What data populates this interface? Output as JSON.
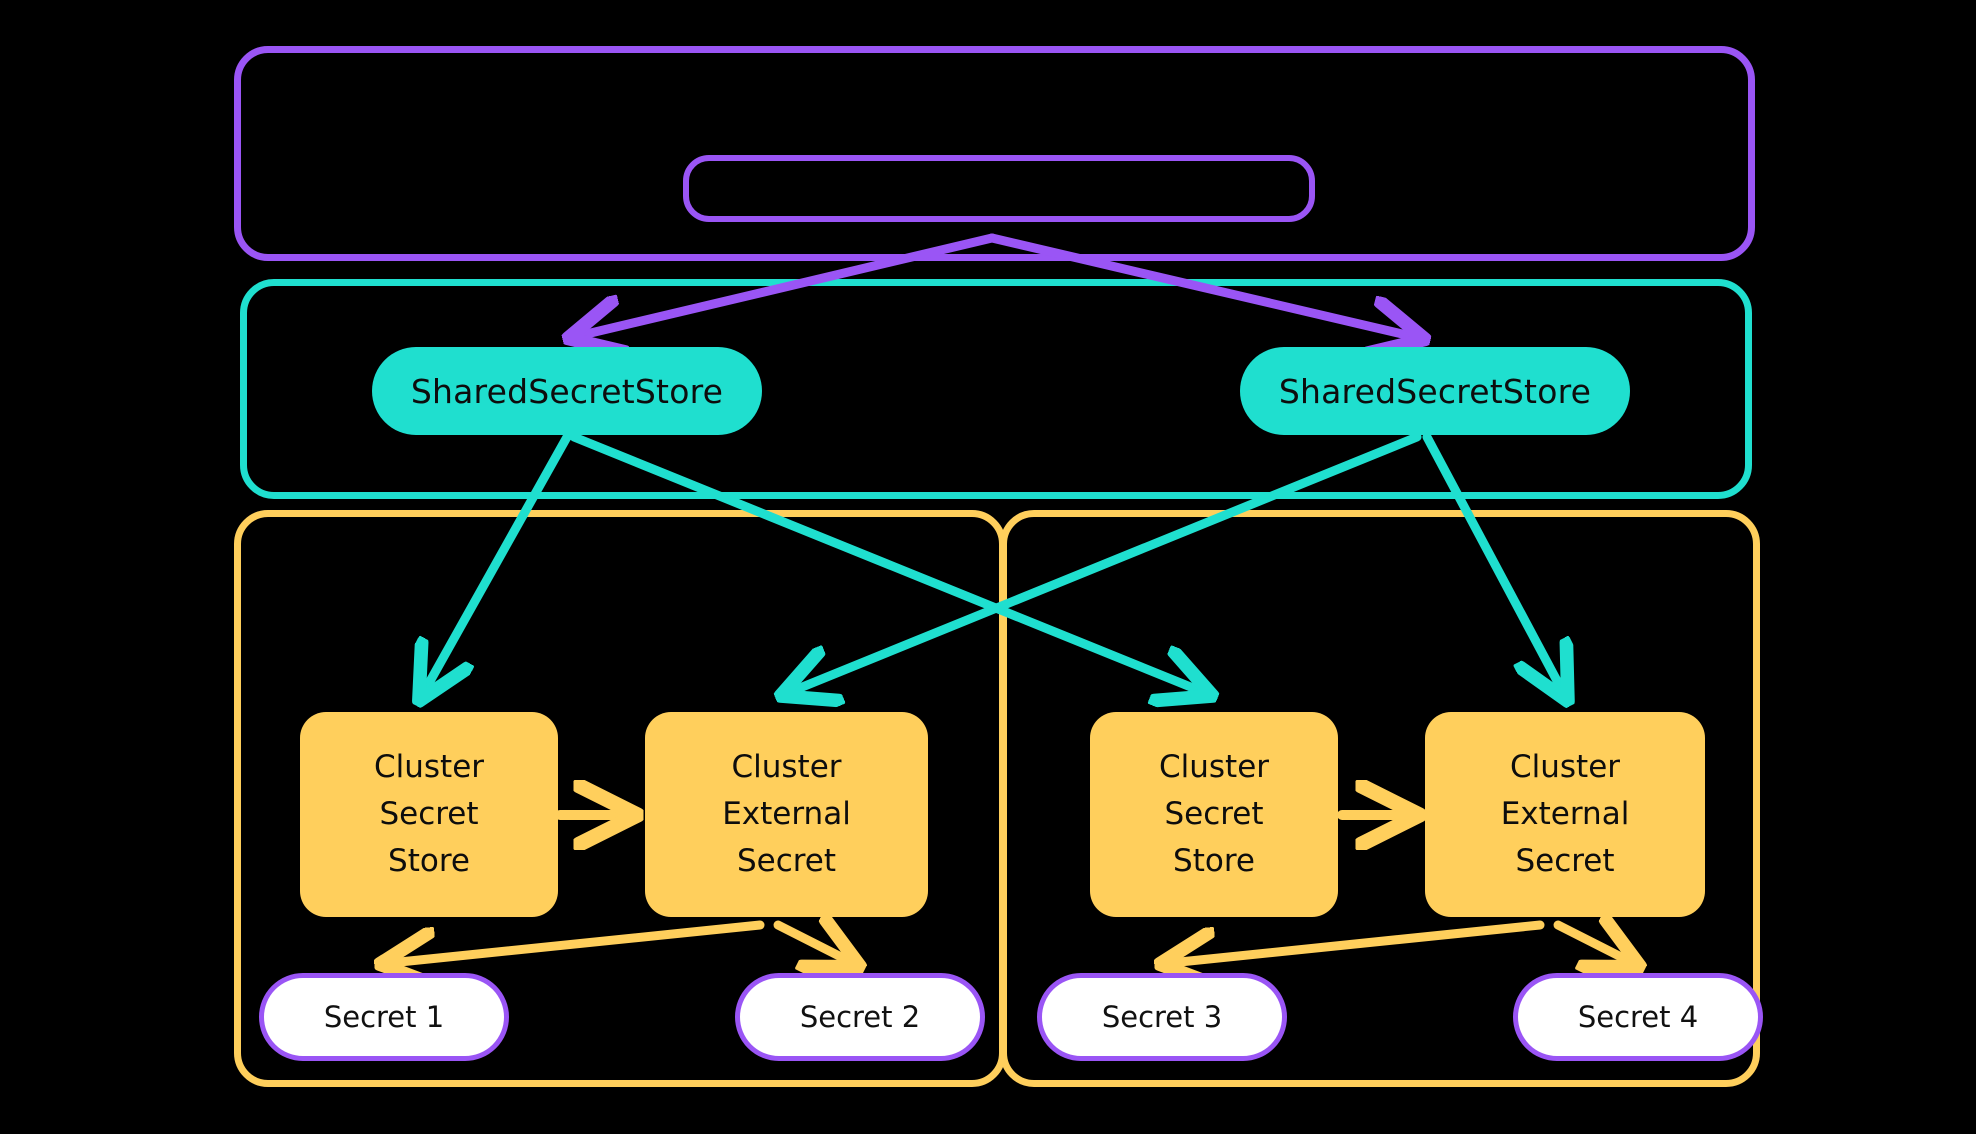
{
  "diagram": {
    "title": "External Secrets shared secret store architecture",
    "background": "#000000",
    "colors": {
      "purple": "#9a55f5",
      "teal": "#1fdfcf",
      "yellow": "#ffcf5c",
      "white": "#ffffff",
      "text": "#0d0d0d"
    }
  },
  "containers": {
    "cluster_scope": {
      "label": "",
      "border_color": "#9a55f5"
    },
    "shared_scope": {
      "label": "",
      "border_color": "#1fdfcf"
    },
    "namespace_left": {
      "label": "",
      "border_color": "#ffcf5c"
    },
    "namespace_right": {
      "label": "",
      "border_color": "#ffcf5c"
    }
  },
  "top_inner_box": {
    "label": ""
  },
  "nodes": {
    "shared_store_left": {
      "label": "SharedSecretStore",
      "color": "#1fdfcf"
    },
    "shared_store_right": {
      "label": "SharedSecretStore",
      "color": "#1fdfcf"
    },
    "cluster_secret_store_left": {
      "lines": [
        "Cluster",
        "Secret",
        "Store"
      ],
      "color": "#ffcf5c"
    },
    "cluster_external_secret_left": {
      "lines": [
        "Cluster",
        "External",
        "Secret"
      ],
      "color": "#ffcf5c"
    },
    "cluster_secret_store_right": {
      "lines": [
        "Cluster",
        "Secret",
        "Store"
      ],
      "color": "#ffcf5c"
    },
    "cluster_external_secret_right": {
      "lines": [
        "Cluster",
        "External",
        "Secret"
      ],
      "color": "#ffcf5c"
    },
    "secret_1": {
      "label": "Secret 1",
      "color": "#ffffff"
    },
    "secret_2": {
      "label": "Secret 2",
      "color": "#ffffff"
    },
    "secret_3": {
      "label": "Secret 3",
      "color": "#ffffff"
    },
    "secret_4": {
      "label": "Secret 4",
      "color": "#ffffff"
    }
  },
  "edges": [
    {
      "name": "top-to-shared-store-left",
      "color": "#9a55f5",
      "from": "top_inner_box",
      "to": "shared_store_left"
    },
    {
      "name": "top-to-shared-store-right",
      "color": "#9a55f5",
      "from": "top_inner_box",
      "to": "shared_store_right"
    },
    {
      "name": "shared-left-to-css-left",
      "color": "#1fdfcf",
      "from": "shared_store_left",
      "to": "cluster_secret_store_left"
    },
    {
      "name": "shared-left-to-css-right",
      "color": "#1fdfcf",
      "from": "shared_store_left",
      "to": "cluster_secret_store_right"
    },
    {
      "name": "shared-right-to-ces-left",
      "color": "#1fdfcf",
      "from": "shared_store_right",
      "to": "cluster_external_secret_left"
    },
    {
      "name": "shared-right-to-ces-right",
      "color": "#1fdfcf",
      "from": "shared_store_right",
      "to": "cluster_external_secret_right"
    },
    {
      "name": "css-left-to-ces-left",
      "color": "#ffcf5c",
      "from": "cluster_secret_store_left",
      "to": "cluster_external_secret_left"
    },
    {
      "name": "css-right-to-ces-right",
      "color": "#ffcf5c",
      "from": "cluster_secret_store_right",
      "to": "cluster_external_secret_right"
    },
    {
      "name": "ces-left-to-secret-1",
      "color": "#ffcf5c",
      "from": "cluster_external_secret_left",
      "to": "secret_1"
    },
    {
      "name": "ces-left-to-secret-2",
      "color": "#ffcf5c",
      "from": "cluster_external_secret_left",
      "to": "secret_2"
    },
    {
      "name": "ces-right-to-secret-3",
      "color": "#ffcf5c",
      "from": "cluster_external_secret_right",
      "to": "secret_3"
    },
    {
      "name": "ces-right-to-secret-4",
      "color": "#ffcf5c",
      "from": "cluster_external_secret_right",
      "to": "secret_4"
    }
  ]
}
